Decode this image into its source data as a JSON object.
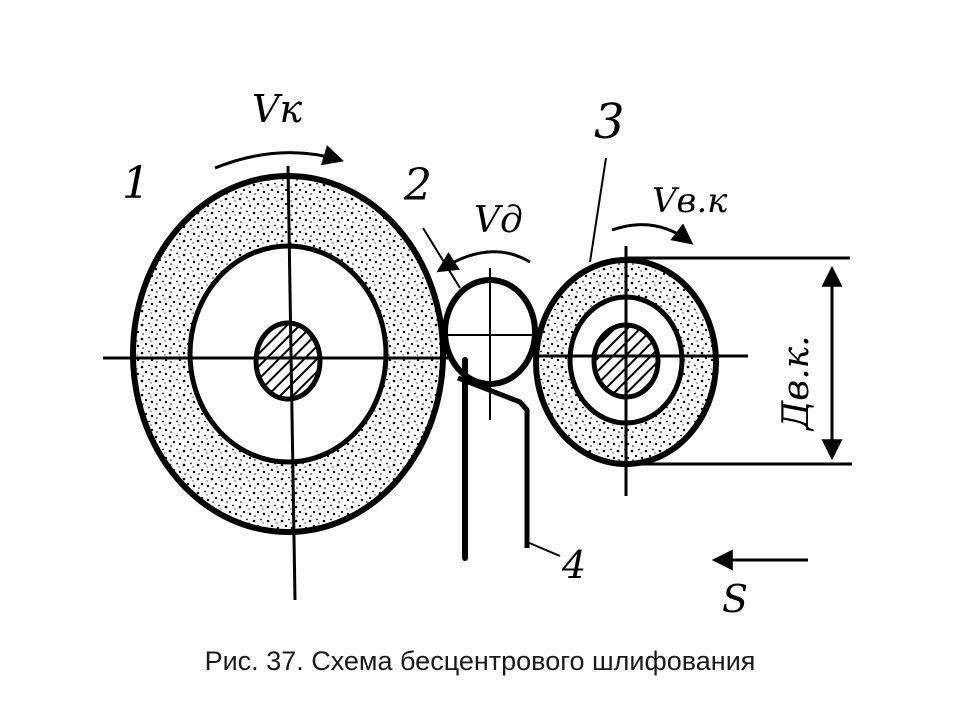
{
  "labels": {
    "wheel_1": "1",
    "ball_2": "2",
    "wheel_3": "3",
    "support_4": "4",
    "speed_grinding": "Vк",
    "speed_workpiece": "Vд",
    "speed_regulating": "Vв.к",
    "diameter_regulating": "Дв.к.",
    "feed": "S"
  },
  "caption": "Рис. 37. Схема бесцентрового шлифования",
  "colors": {
    "ink": "#000000",
    "background": "#ffffff"
  }
}
